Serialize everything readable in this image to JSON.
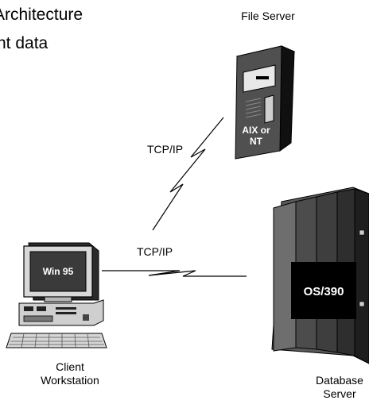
{
  "title_fragment": {
    "line1": "Architecture",
    "line2": "nt data"
  },
  "file_server": {
    "label": "File Server",
    "os_label_line1": "AIX or",
    "os_label_line2": "NT"
  },
  "client": {
    "screen_label": "Win 95",
    "label_line1": "Client",
    "label_line2": "Workstation"
  },
  "database_server": {
    "os_label": "OS/390",
    "label_line1": "Database",
    "label_line2": "Server"
  },
  "links": {
    "client_to_file_server": "TCP/IP",
    "client_to_database": "TCP/IP"
  }
}
